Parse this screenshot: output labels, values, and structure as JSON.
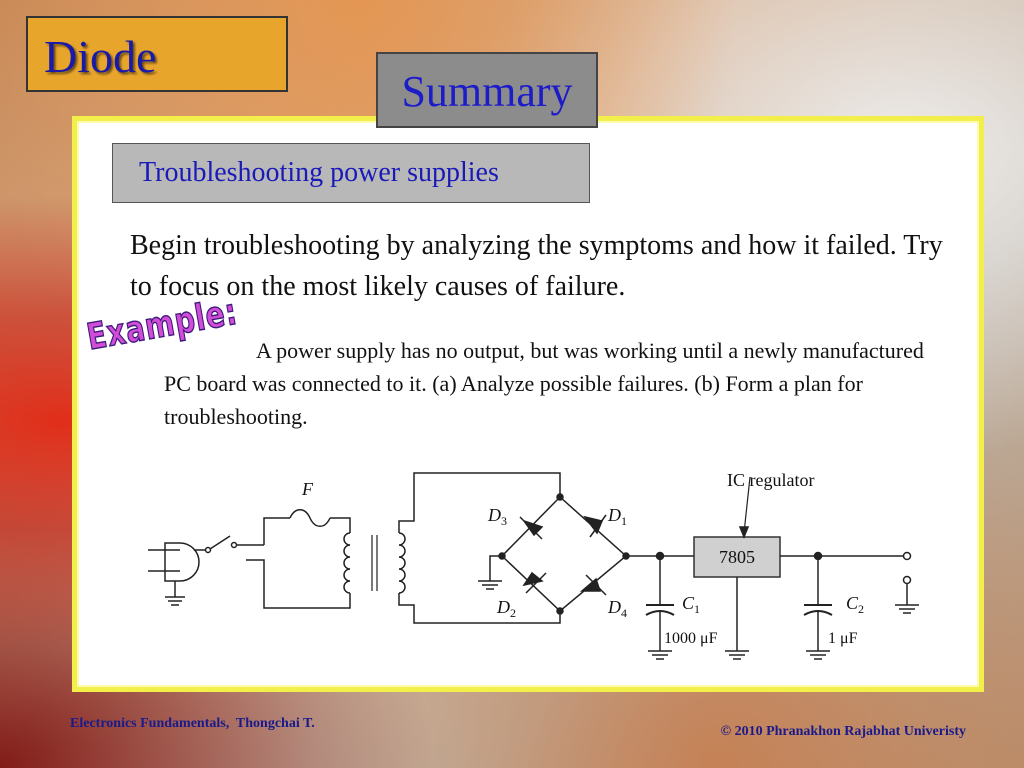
{
  "header": {
    "title": "Diode",
    "summary": "Summary"
  },
  "content": {
    "subtitle": "Troubleshooting power supplies",
    "intro": "Begin troubleshooting by analyzing the symptoms and how it failed. Try to focus on the most likely causes of failure.",
    "example_label": "Example:",
    "example_text": "A power supply has no output, but was working until a newly manufactured PC board was connected to it. (a) Analyze possible failures. (b) Form a plan for troubleshooting."
  },
  "circuit": {
    "fuse_label": "F",
    "regulator_caption": "IC regulator",
    "regulator_part": "7805",
    "diodes": {
      "d3": {
        "letter": "D",
        "sub": "3"
      },
      "d1": {
        "letter": "D",
        "sub": "1"
      },
      "d2": {
        "letter": "D",
        "sub": "2"
      },
      "d4": {
        "letter": "D",
        "sub": "4"
      }
    },
    "caps": {
      "c1": {
        "letter": "C",
        "sub": "1",
        "value": "1000 μF"
      },
      "c2": {
        "letter": "C",
        "sub": "2",
        "value": "1 μF"
      }
    }
  },
  "footer": {
    "left": "Electronics Fundamentals,  Thongchai T.",
    "right": "© 2010 Phranakhon Rajabhat Univeristy"
  },
  "colors": {
    "title_bg": "#e8a52c",
    "title_text": "#1a1aa8",
    "panel_border": "#f2ee4a",
    "example_fill": "#d24cd8"
  }
}
